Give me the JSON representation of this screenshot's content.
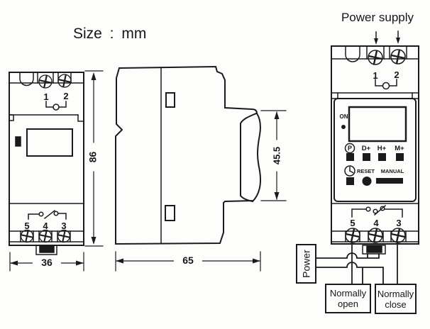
{
  "title": "Size : mm",
  "dimensions": {
    "height_mm": "86",
    "width_mm": "36",
    "depth_mm": "65",
    "rail_mm": "45.5"
  },
  "front_view": {
    "top_terminals": [
      "1",
      "2"
    ],
    "bottom_terminals": [
      "5",
      "4",
      "3"
    ]
  },
  "panel": {
    "on_label": "ON",
    "program_button": "P",
    "day_button": "D+",
    "hour_button": "H+",
    "minute_button": "M+",
    "reset_label": "RESET",
    "manual_label": "MANUAL"
  },
  "wiring": {
    "power_supply_label": "Power supply",
    "top_terminals": [
      "1",
      "2"
    ],
    "bottom_terminals": [
      "5",
      "4",
      "3"
    ],
    "power_label": "Power",
    "normally_open_label": "Normally open",
    "normally_close_label": "Normally close"
  },
  "colors": {
    "line": "#1b1b1b",
    "background": "#fdfdfc"
  }
}
